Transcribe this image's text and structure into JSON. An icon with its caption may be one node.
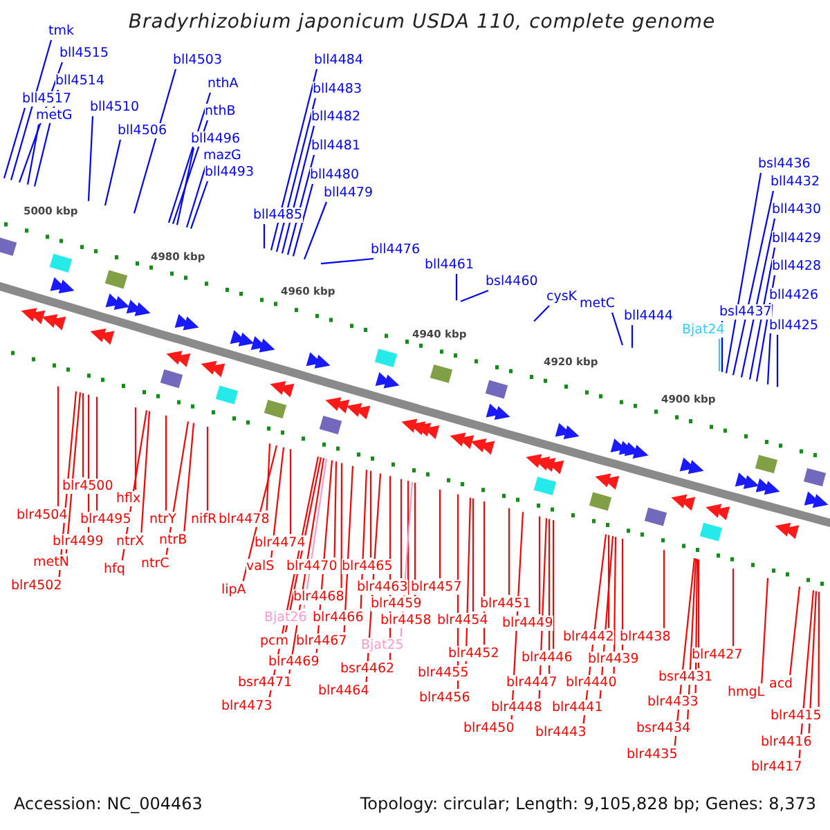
{
  "diagram": {
    "title": "Bradyrhizobium japonicum USDA 110, complete genome",
    "nodes": [
      {
        "text": [
          "tmk"
        ]
      },
      {
        "text": [
          "bll4515"
        ]
      },
      {
        "text": [
          "bll4514"
        ]
      },
      {
        "text": [
          "bll4517"
        ]
      },
      {
        "text": [
          "metG"
        ]
      },
      {
        "text": [
          "bll4510"
        ]
      },
      {
        "text": [
          "bll4506"
        ]
      },
      {
        "text": [
          "bll4503"
        ]
      },
      {
        "text": [
          "nthA"
        ]
      },
      {
        "text": [
          "nthB"
        ]
      },
      {
        "text": [
          "bll4496"
        ]
      },
      {
        "text": [
          "mazG"
        ]
      },
      {
        "text": [
          "bll4493"
        ]
      },
      {
        "text": [
          "bll4484"
        ]
      },
      {
        "text": [
          "bll4483"
        ]
      },
      {
        "text": [
          "bll4482"
        ]
      },
      {
        "text": [
          "bll4481"
        ]
      },
      {
        "text": [
          "bll4480"
        ]
      },
      {
        "text": [
          "bll4479"
        ]
      },
      {
        "text": [
          "bll4485"
        ]
      },
      {
        "text": [
          "bll4476"
        ]
      },
      {
        "text": [
          "bll4461"
        ]
      },
      {
        "text": [
          "bsl4460"
        ]
      },
      {
        "text": [
          "cysK"
        ]
      },
      {
        "text": [
          "metC"
        ]
      },
      {
        "text": [
          "bll4444"
        ]
      },
      {
        "text": [
          "Bjat24"
        ]
      },
      {
        "text": [
          "bsl4437"
        ]
      },
      {
        "text": [
          "bsl4436"
        ]
      },
      {
        "text": [
          "bll4432"
        ]
      },
      {
        "text": [
          "bll4430"
        ]
      },
      {
        "text": [
          "bll4429"
        ]
      },
      {
        "text": [
          "bll4428"
        ]
      },
      {
        "text": [
          "bll4426"
        ]
      },
      {
        "text": [
          "bll4425"
        ]
      },
      {
        "text": [
          "blr4504"
        ]
      },
      {
        "text": [
          "blr4500"
        ]
      },
      {
        "text": [
          "blr4495"
        ]
      },
      {
        "text": [
          "hflx"
        ]
      },
      {
        "text": [
          "ntrY"
        ]
      },
      {
        "text": [
          "nifR"
        ]
      },
      {
        "text": [
          "blr4499"
        ]
      },
      {
        "text": [
          "ntrX"
        ]
      },
      {
        "text": [
          "ntrB"
        ]
      },
      {
        "text": [
          "metN"
        ]
      },
      {
        "text": [
          "hfq"
        ]
      },
      {
        "text": [
          "ntrC"
        ]
      },
      {
        "text": [
          "blr4502"
        ]
      },
      {
        "text": [
          "blr4478"
        ]
      },
      {
        "text": [
          "blr4474"
        ]
      },
      {
        "text": [
          "valS"
        ]
      },
      {
        "text": [
          "lipA"
        ]
      },
      {
        "text": [
          "blr4470"
        ]
      },
      {
        "text": [
          "blr4465"
        ]
      },
      {
        "text": [
          "blr4468"
        ]
      },
      {
        "text": [
          "blr4463"
        ]
      },
      {
        "text": [
          "blr4459"
        ]
      },
      {
        "text": [
          "Bjat26"
        ]
      },
      {
        "text": [
          "blr4466"
        ]
      },
      {
        "text": [
          "blr4458"
        ]
      },
      {
        "text": [
          "pcm"
        ]
      },
      {
        "text": [
          "blr4467"
        ]
      },
      {
        "text": [
          "Bjat25"
        ]
      },
      {
        "text": [
          "blr4469"
        ]
      },
      {
        "text": [
          "bsr4462"
        ]
      },
      {
        "text": [
          "bsr4471"
        ]
      },
      {
        "text": [
          "blr4464"
        ]
      },
      {
        "text": [
          "blr4473"
        ]
      },
      {
        "text": [
          "blr4457"
        ]
      },
      {
        "text": [
          "blr4454"
        ]
      },
      {
        "text": [
          "blr4452"
        ]
      },
      {
        "text": [
          "blr4455"
        ]
      },
      {
        "text": [
          "blr4456"
        ]
      },
      {
        "text": [
          "blr4451"
        ]
      },
      {
        "text": [
          "blr4449"
        ]
      },
      {
        "text": [
          "blr4446"
        ]
      },
      {
        "text": [
          "blr4447"
        ]
      },
      {
        "text": [
          "blr4448"
        ]
      },
      {
        "text": [
          "blr4450"
        ]
      },
      {
        "text": [
          "blr4442"
        ]
      },
      {
        "text": [
          "blr4438"
        ]
      },
      {
        "text": [
          "blr4439"
        ]
      },
      {
        "text": [
          "blr4440"
        ]
      },
      {
        "text": [
          "blr4441"
        ]
      },
      {
        "text": [
          "blr4443"
        ]
      },
      {
        "text": [
          "bsr4431"
        ]
      },
      {
        "text": [
          "blr4433"
        ]
      },
      {
        "text": [
          "bsr4434"
        ]
      },
      {
        "text": [
          "blr4435"
        ]
      },
      {
        "text": [
          "blr4427"
        ]
      },
      {
        "text": [
          "hmgL"
        ]
      },
      {
        "text": [
          "acd"
        ]
      },
      {
        "text": [
          "blr4415"
        ]
      },
      {
        "text": [
          "blr4416"
        ]
      },
      {
        "text": [
          "blr4417"
        ]
      }
    ],
    "edges": [
      {
        "from": 0,
        "to": null,
        "arrow": "none",
        "color": "#0000ff"
      },
      {
        "from": 1,
        "to": null,
        "arrow": "none",
        "color": "#0000ff"
      },
      {
        "from": 2,
        "to": null,
        "arrow": "none",
        "color": "#0000ff"
      },
      {
        "from": 3,
        "to": null,
        "arrow": "none",
        "color": "#0000ff"
      },
      {
        "from": 4,
        "to": null,
        "arrow": "none",
        "color": "#0000ff"
      },
      {
        "from": 5,
        "to": null,
        "arrow": "none",
        "color": "#0000ff"
      },
      {
        "from": 6,
        "to": null,
        "arrow": "none",
        "color": "#0000ff"
      },
      {
        "from": 7,
        "to": null,
        "arrow": "none",
        "color": "#0000ff"
      },
      {
        "from": 8,
        "to": null,
        "arrow": "none",
        "color": "#0000ff"
      },
      {
        "from": 9,
        "to": null,
        "arrow": "none",
        "color": "#0000ff"
      },
      {
        "from": 10,
        "to": null,
        "arrow": "none",
        "color": "#0000ff"
      },
      {
        "from": 11,
        "to": null,
        "arrow": "none",
        "color": "#0000ff"
      },
      {
        "from": 12,
        "to": null,
        "arrow": "none",
        "color": "#0000ff"
      },
      {
        "from": 13,
        "to": null,
        "arrow": "none",
        "color": "#0000ff"
      },
      {
        "from": 14,
        "to": null,
        "arrow": "none",
        "color": "#0000ff"
      },
      {
        "from": 15,
        "to": null,
        "arrow": "none",
        "color": "#0000ff"
      },
      {
        "from": 16,
        "to": null,
        "arrow": "none",
        "color": "#0000ff"
      },
      {
        "from": 17,
        "to": null,
        "arrow": "none",
        "color": "#0000ff"
      },
      {
        "from": 18,
        "to": null,
        "arrow": "none",
        "color": "#0000ff"
      },
      {
        "from": 19,
        "to": null,
        "arrow": "none",
        "color": "#0000ff"
      },
      {
        "from": 20,
        "to": null,
        "arrow": "none",
        "color": "#0000ff"
      },
      {
        "from": 21,
        "to": null,
        "arrow": "none",
        "color": "#0000ff"
      },
      {
        "from": 22,
        "to": null,
        "arrow": "none",
        "color": "#0000ff"
      },
      {
        "from": 23,
        "to": null,
        "arrow": "none",
        "color": "#0000ff"
      },
      {
        "from": 24,
        "to": null,
        "arrow": "none",
        "color": "#0000ff"
      },
      {
        "from": 25,
        "to": null,
        "arrow": "none",
        "color": "#0000ff"
      },
      {
        "from": 26,
        "to": null,
        "arrow": "none",
        "color": "#33ccff"
      },
      {
        "from": 27,
        "to": null,
        "arrow": "none",
        "color": "#0000ff"
      },
      {
        "from": 28,
        "to": null,
        "arrow": "none",
        "color": "#0000ff"
      },
      {
        "from": 29,
        "to": null,
        "arrow": "none",
        "color": "#0000ff"
      },
      {
        "from": 30,
        "to": null,
        "arrow": "none",
        "color": "#0000ff"
      },
      {
        "from": 31,
        "to": null,
        "arrow": "none",
        "color": "#0000ff"
      },
      {
        "from": 32,
        "to": null,
        "arrow": "none",
        "color": "#0000ff"
      },
      {
        "from": 33,
        "to": null,
        "arrow": "none",
        "color": "#0000ff"
      },
      {
        "from": 34,
        "to": null,
        "arrow": "none",
        "color": "#0000ff"
      },
      {
        "from": 35,
        "to": null,
        "arrow": "none"
      },
      {
        "from": 36,
        "to": null,
        "arrow": "none"
      },
      {
        "from": 37,
        "to": null,
        "arrow": "none"
      },
      {
        "from": 38,
        "to": null,
        "arrow": "none"
      },
      {
        "from": 39,
        "to": null,
        "arrow": "none"
      },
      {
        "from": 40,
        "to": null,
        "arrow": "none"
      },
      {
        "from": 41,
        "to": null,
        "arrow": "none"
      },
      {
        "from": 42,
        "to": null,
        "arrow": "none"
      },
      {
        "from": 43,
        "to": null,
        "arrow": "none"
      },
      {
        "from": 44,
        "to": null,
        "arrow": "none"
      },
      {
        "from": 45,
        "to": null,
        "arrow": "none"
      },
      {
        "from": 46,
        "to": null,
        "arrow": "none"
      },
      {
        "from": 47,
        "to": null,
        "arrow": "none"
      },
      {
        "from": 48,
        "to": null,
        "arrow": "none"
      },
      {
        "from": 49,
        "to": null,
        "arrow": "none"
      },
      {
        "from": 50,
        "to": null,
        "arrow": "none"
      },
      {
        "from": 51,
        "to": null,
        "arrow": "none"
      },
      {
        "from": 52,
        "to": null,
        "arrow": "none"
      },
      {
        "from": 53,
        "to": null,
        "arrow": "none"
      },
      {
        "from": 54,
        "to": null,
        "arrow": "none"
      },
      {
        "from": 55,
        "to": null,
        "arrow": "none"
      },
      {
        "from": 56,
        "to": null,
        "arrow": "none"
      },
      {
        "from": 57,
        "to": null,
        "arrow": "none",
        "color": "#ff99cc"
      },
      {
        "from": 58,
        "to": null,
        "arrow": "none"
      },
      {
        "from": 59,
        "to": null,
        "arrow": "none"
      },
      {
        "from": 60,
        "to": null,
        "arrow": "none"
      },
      {
        "from": 61,
        "to": null,
        "arrow": "none"
      },
      {
        "from": 62,
        "to": null,
        "arrow": "none",
        "color": "#ff99cc"
      },
      {
        "from": 63,
        "to": null,
        "arrow": "none"
      },
      {
        "from": 64,
        "to": null,
        "arrow": "none"
      },
      {
        "from": 65,
        "to": null,
        "arrow": "none"
      },
      {
        "from": 66,
        "to": null,
        "arrow": "none"
      },
      {
        "from": 67,
        "to": null,
        "arrow": "none"
      },
      {
        "from": 68,
        "to": null,
        "arrow": "none"
      },
      {
        "from": 69,
        "to": null,
        "arrow": "none"
      },
      {
        "from": 70,
        "to": null,
        "arrow": "none"
      },
      {
        "from": 71,
        "to": null,
        "arrow": "none"
      },
      {
        "from": 72,
        "to": null,
        "arrow": "none"
      },
      {
        "from": 73,
        "to": null,
        "arrow": "none"
      },
      {
        "from": 74,
        "to": null,
        "arrow": "none"
      },
      {
        "from": 75,
        "to": null,
        "arrow": "none"
      },
      {
        "from": 76,
        "to": null,
        "arrow": "none"
      },
      {
        "from": 77,
        "to": null,
        "arrow": "none"
      },
      {
        "from": 78,
        "to": null,
        "arrow": "none"
      },
      {
        "from": 79,
        "to": null,
        "arrow": "none"
      },
      {
        "from": 80,
        "to": null,
        "arrow": "none"
      },
      {
        "from": 81,
        "to": null,
        "arrow": "none"
      },
      {
        "from": 82,
        "to": null,
        "arrow": "none"
      },
      {
        "from": 83,
        "to": null,
        "arrow": "none"
      },
      {
        "from": 84,
        "to": null,
        "arrow": "none"
      },
      {
        "from": 85,
        "to": null,
        "arrow": "none"
      },
      {
        "from": 86,
        "to": null,
        "arrow": "none"
      },
      {
        "from": 87,
        "to": null,
        "arrow": "none"
      },
      {
        "from": 88,
        "to": null,
        "arrow": "none"
      },
      {
        "from": 89,
        "to": null,
        "arrow": "none"
      },
      {
        "from": 90,
        "to": null,
        "arrow": "none"
      },
      {
        "from": 91,
        "to": null,
        "arrow": "none"
      },
      {
        "from": 92,
        "to": null,
        "arrow": "none"
      },
      {
        "from": 93,
        "to": null,
        "arrow": "none"
      },
      {
        "from": 94,
        "to": null,
        "arrow": "none"
      }
    ],
    "labels": [
      "5000 kbp",
      "4980 kbp",
      "4960 kbp",
      "4940 kbp",
      "4920 kbp",
      "4900 kbp",
      "Accession: NC_004463",
      "Topology: circular; Length: 9,105,828 bp; Genes: 8,373"
    ]
  }
}
